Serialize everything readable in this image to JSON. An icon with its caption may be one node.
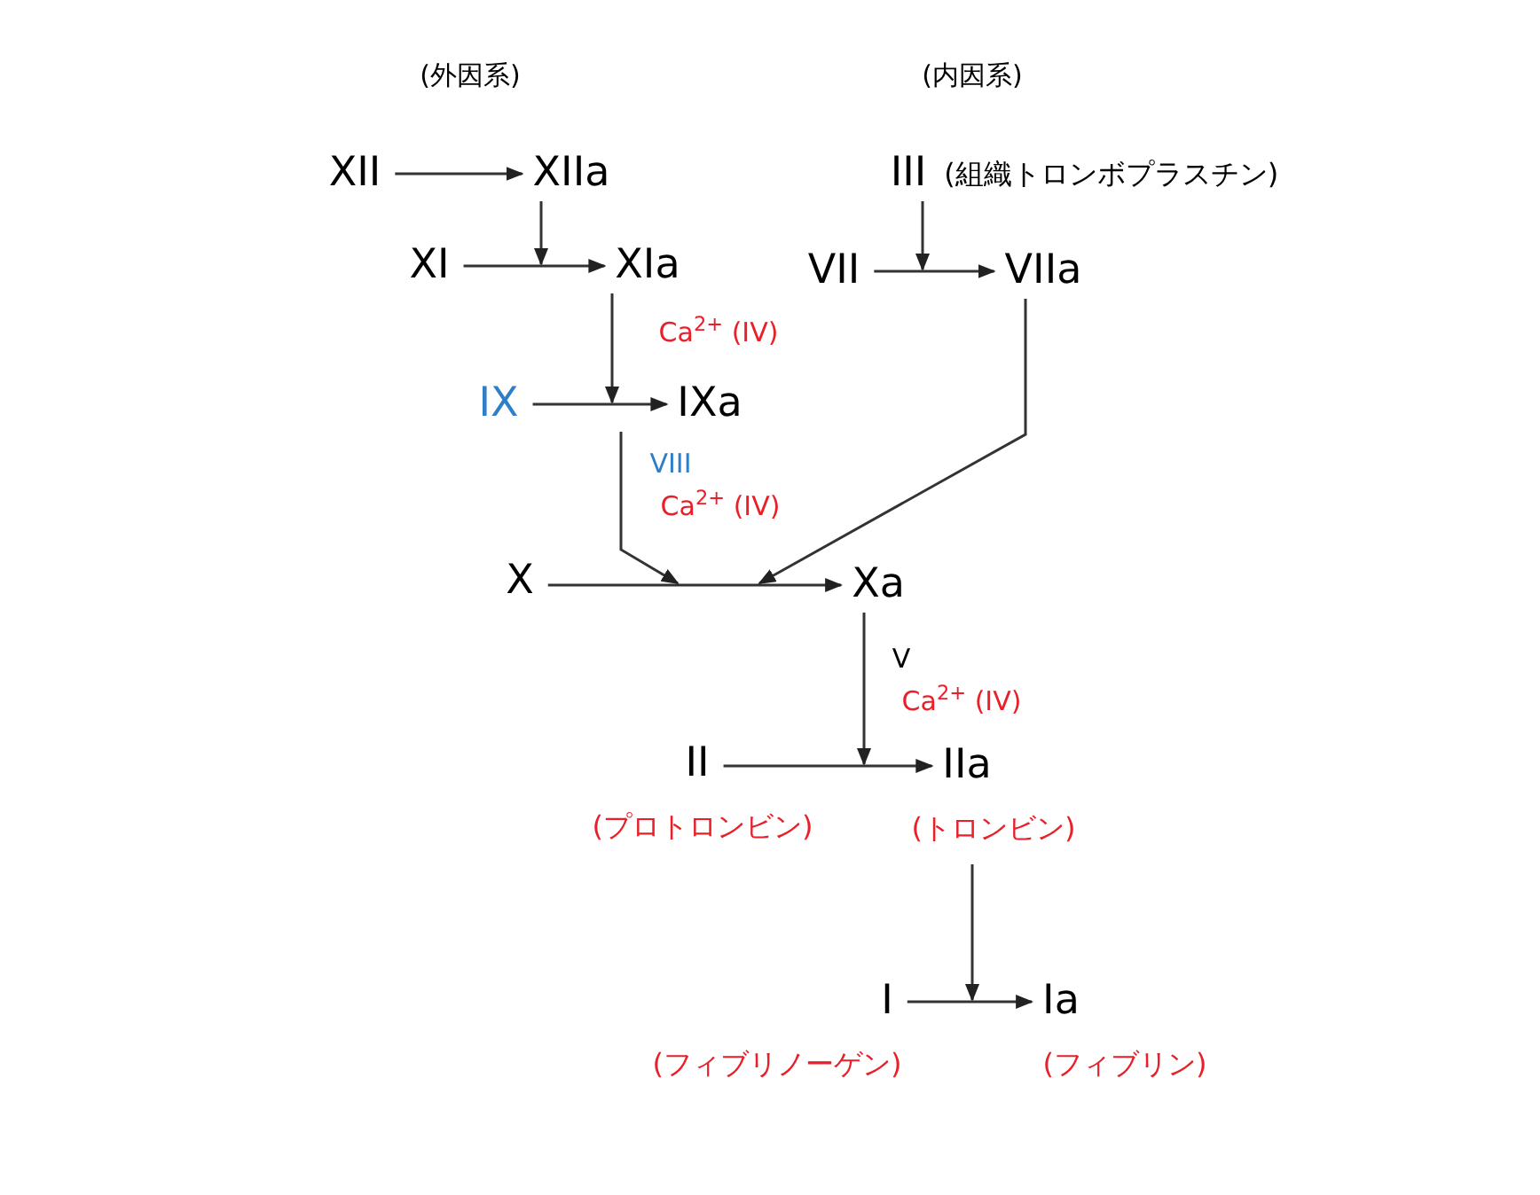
{
  "diagram": {
    "nodes": [
      {
        "text": [
          "XII"
        ]
      },
      {
        "text": [
          "XIIa"
        ]
      },
      {
        "text": [
          "III"
        ],
        "beside": [
          "(組織トロンボプラスチン)"
        ]
      },
      {
        "text": [
          "XI"
        ]
      },
      {
        "text": [
          "XIa"
        ]
      },
      {
        "text": [
          "VII"
        ]
      },
      {
        "text": [
          "VIIa"
        ]
      },
      {
        "text": [
          "IX"
        ]
      },
      {
        "text": [
          "IXa"
        ]
      },
      {
        "text": [
          "X"
        ]
      },
      {
        "text": [
          "Xa"
        ]
      },
      {
        "text": [
          "II"
        ],
        "beside": [
          "(プロトロンビン)"
        ]
      },
      {
        "text": [
          "IIa"
        ],
        "beside": [
          "(トロンビン)"
        ]
      },
      {
        "text": [
          "I"
        ],
        "beside": [
          "(フィブリノーゲン)"
        ]
      },
      {
        "text": [
          "Ia"
        ],
        "beside": [
          "(フィブリン)"
        ]
      }
    ],
    "edges": [
      {
        "from": 0,
        "to": 1,
        "arrow": "to"
      },
      {
        "from": 1,
        "to": null,
        "arrow": "to"
      },
      {
        "from": 3,
        "to": 4,
        "arrow": "to"
      },
      {
        "from": 2,
        "to": null,
        "arrow": "to"
      },
      {
        "from": 5,
        "to": 6,
        "arrow": "to"
      },
      {
        "from": 4,
        "to": null,
        "arrow": "to"
      },
      {
        "from": 7,
        "to": 8,
        "arrow": "to"
      },
      {
        "from": 8,
        "to": null,
        "arrow": "to"
      },
      {
        "from": 6,
        "to": null,
        "arrow": "to"
      },
      {
        "from": 9,
        "to": 10,
        "arrow": "to"
      },
      {
        "from": 10,
        "to": null,
        "arrow": "to"
      },
      {
        "from": 11,
        "to": 12,
        "arrow": "to"
      },
      {
        "from": 12,
        "to": null,
        "arrow": "to"
      },
      {
        "from": 13,
        "to": 14,
        "arrow": "to"
      }
    ],
    "labels": [
      "(外因系)",
      "(内因系)",
      "Ca$^{2+}$ (IV)",
      "VIII",
      "Ca$^{2+}$ (IV)",
      "V",
      "Ca$^{2+}$ (IV)"
    ]
  }
}
